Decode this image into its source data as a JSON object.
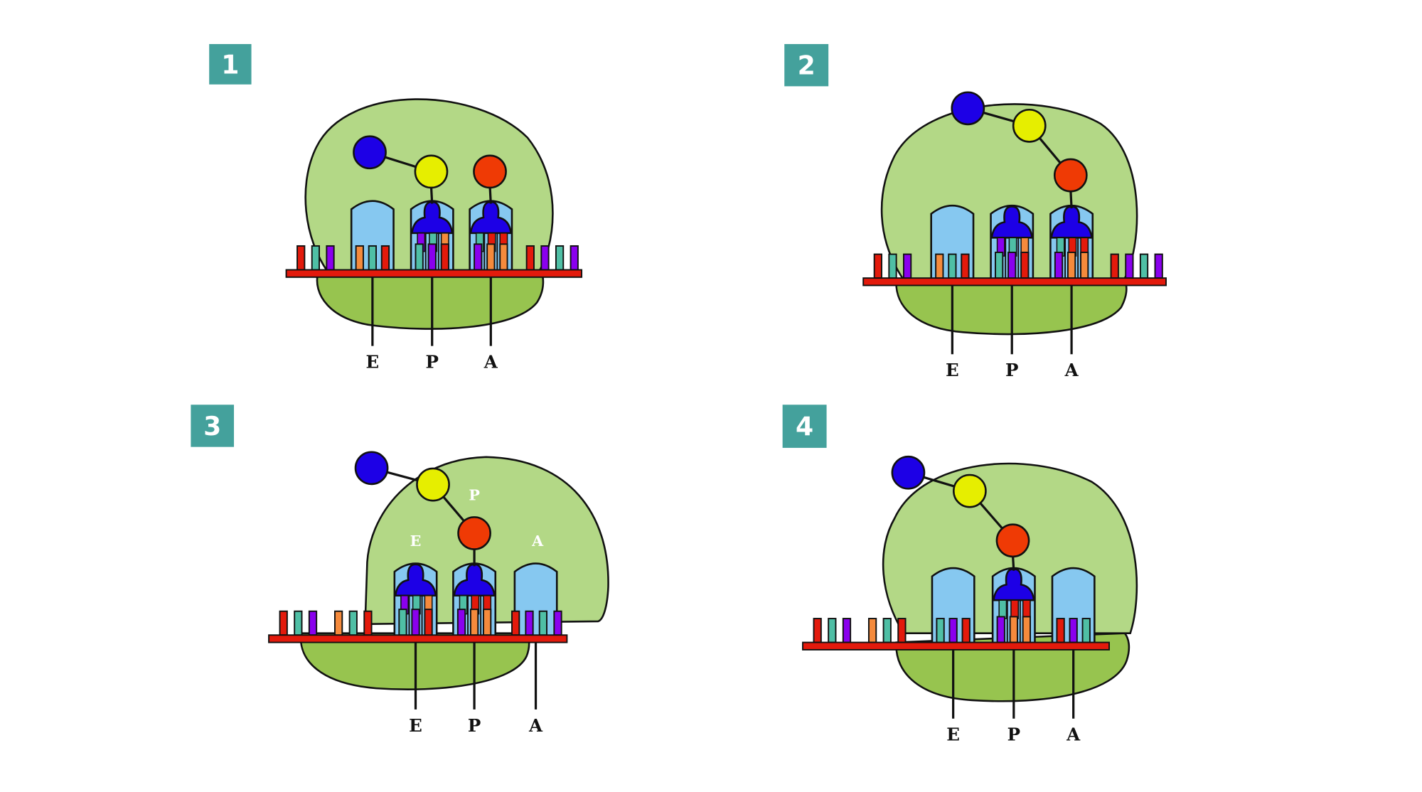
{
  "title": "Ribosome translation elongation steps",
  "colors": {
    "badge": "#44a19c",
    "large_subunit": "#b3d886",
    "small_subunit": "#97c44f",
    "site_pocket": "#86c8f0",
    "mrna": "#e31a0c",
    "trna_head": "#1d00e6",
    "outline": "#111111",
    "nucleotides": {
      "red": "#e31a0c",
      "teal": "#4fbfa5",
      "purple": "#8a00ee",
      "orange": "#f58a3c"
    },
    "amino_acids": {
      "blue": "#1d00e6",
      "yellow": "#e6ee00",
      "red": "#ef3a05"
    }
  },
  "panels": [
    {
      "number": "1",
      "site_labels": [
        "E",
        "P",
        "A"
      ],
      "inner_labels": [],
      "occupied_sites": [
        "P",
        "A"
      ],
      "chain": [
        "blue",
        "yellow",
        "red"
      ],
      "mrna_codons": {
        "left": [
          "red",
          "teal",
          "purple"
        ],
        "E": [
          "orange",
          "teal",
          "red"
        ],
        "P_anticodon": [
          "purple",
          "teal",
          "orange"
        ],
        "P": [
          "teal",
          "purple",
          "red"
        ],
        "A_anticodon": [
          "teal",
          "red",
          "red"
        ],
        "A": [
          "purple",
          "orange",
          "orange"
        ],
        "right": [
          "red",
          "purple",
          "teal",
          "purple"
        ]
      }
    },
    {
      "number": "2",
      "site_labels": [
        "E",
        "P",
        "A"
      ],
      "inner_labels": [],
      "occupied_sites": [
        "P",
        "A"
      ],
      "chain": [
        "blue",
        "yellow",
        "red"
      ],
      "mrna_codons": {
        "left": [
          "red",
          "teal",
          "purple"
        ],
        "E": [
          "orange",
          "teal",
          "red"
        ],
        "P_anticodon": [
          "purple",
          "teal",
          "orange"
        ],
        "P": [
          "teal",
          "purple",
          "red"
        ],
        "A_anticodon": [
          "teal",
          "red",
          "red"
        ],
        "A": [
          "purple",
          "orange",
          "orange"
        ],
        "right": [
          "red",
          "purple",
          "teal",
          "purple"
        ]
      }
    },
    {
      "number": "3",
      "site_labels": [
        "E",
        "P",
        "A"
      ],
      "inner_labels": [
        "E",
        "P",
        "A"
      ],
      "occupied_sites": [
        "E",
        "P"
      ],
      "chain": [
        "blue",
        "yellow",
        "red"
      ],
      "mrna_codons": {
        "left": [
          "red",
          "teal",
          "purple",
          "orange",
          "teal",
          "red"
        ],
        "E_anticodon": [
          "purple",
          "teal",
          "orange"
        ],
        "E": [
          "teal",
          "purple",
          "red"
        ],
        "P_anticodon": [
          "teal",
          "red",
          "red"
        ],
        "P": [
          "purple",
          "orange",
          "orange"
        ],
        "A": [
          "red",
          "purple",
          "teal",
          "purple"
        ]
      }
    },
    {
      "number": "4",
      "site_labels": [
        "E",
        "P",
        "A"
      ],
      "inner_labels": [],
      "occupied_sites": [
        "P"
      ],
      "chain": [
        "blue",
        "yellow",
        "red"
      ],
      "mrna_codons": {
        "left": [
          "red",
          "teal",
          "purple",
          "orange",
          "teal",
          "red"
        ],
        "E": [
          "teal",
          "purple",
          "red"
        ],
        "P_anticodon": [
          "teal",
          "red",
          "red"
        ],
        "P": [
          "purple",
          "orange",
          "orange"
        ],
        "A": [
          "red",
          "purple",
          "teal"
        ]
      }
    }
  ]
}
